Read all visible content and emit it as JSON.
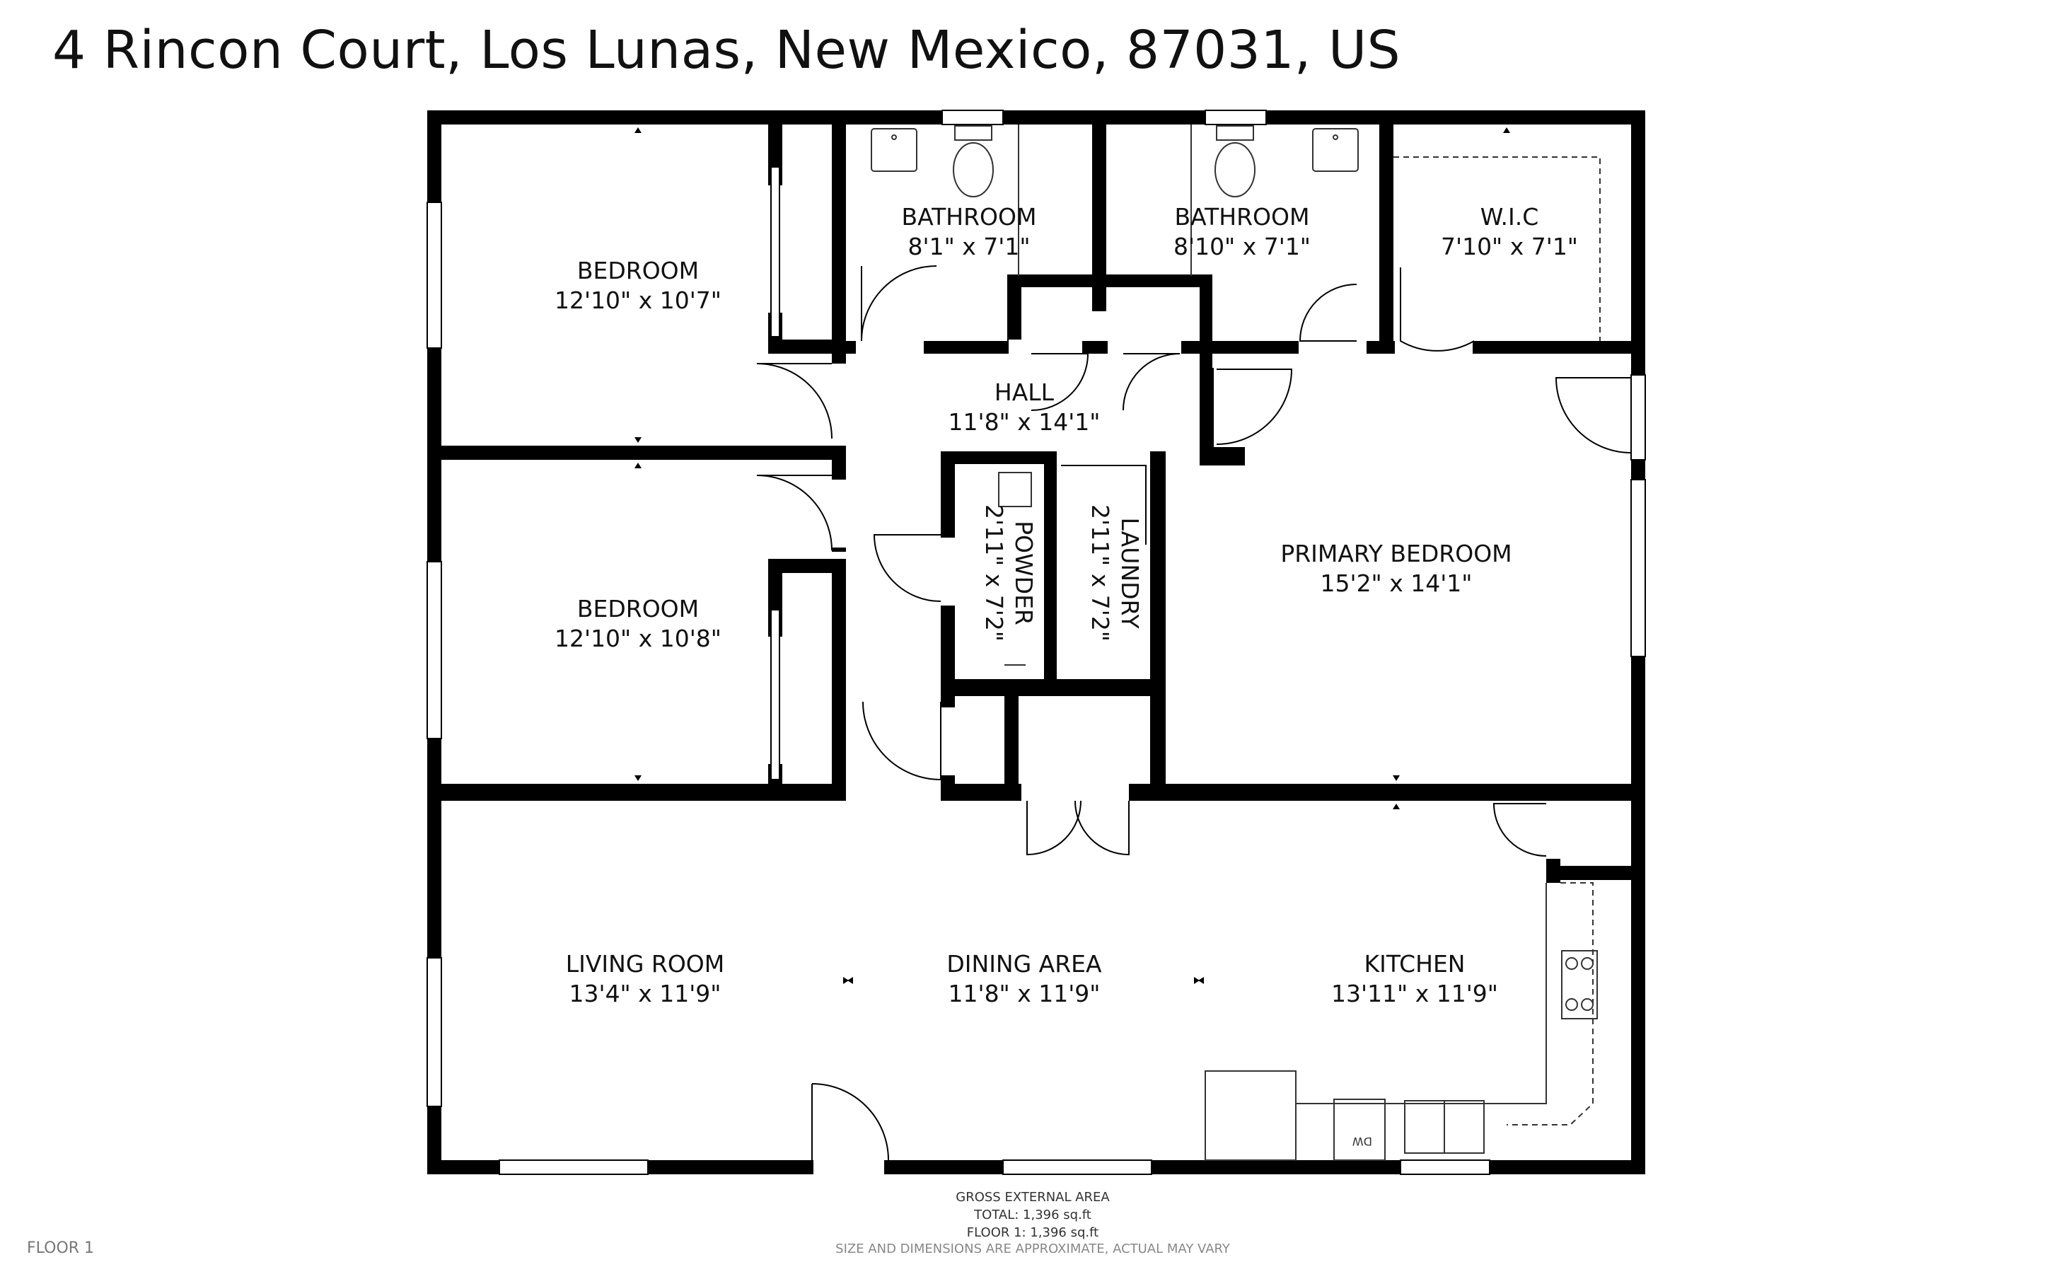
{
  "address": "4 Rincon Court, Los Lunas, New Mexico, 87031, US",
  "rooms": [
    {
      "name": "BEDROOM",
      "dims": "12'10\" x 10'7\""
    },
    {
      "name": "BATHROOM",
      "dims": "8'1\" x 7'1\""
    },
    {
      "name": "BATHROOM",
      "dims": "8'10\" x 7'1\""
    },
    {
      "name": "W.I.C",
      "dims": "7'10\" x 7'1\""
    },
    {
      "name": "HALL",
      "dims": "11'8\" x 14'1\""
    },
    {
      "name": "BEDROOM",
      "dims": "12'10\" x 10'8\""
    },
    {
      "name": "POWDER",
      "dims": "2'11\" x 7'2\""
    },
    {
      "name": "LAUNDRY",
      "dims": "2'11\" x 7'2\""
    },
    {
      "name": "PRIMARY BEDROOM",
      "dims": "15'2\" x 14'1\""
    },
    {
      "name": "LIVING ROOM",
      "dims": "13'4\" x 11'9\""
    },
    {
      "name": "DINING AREA",
      "dims": "11'8\" x 11'9\""
    },
    {
      "name": "KITCHEN",
      "dims": "13'11\" x 11'9\""
    }
  ],
  "appliance_label": "DW",
  "footer": {
    "gea_title": "GROSS EXTERNAL AREA",
    "total": "TOTAL: 1,396 sq.ft",
    "floor1": "FLOOR 1: 1,396 sq.ft",
    "floor_tag": "FLOOR 1",
    "disclaimer": "SIZE AND DIMENSIONS ARE APPROXIMATE, ACTUAL MAY VARY"
  },
  "colors": {
    "wall": "#000000",
    "background": "#ffffff",
    "fixture_line": "#555555"
  }
}
